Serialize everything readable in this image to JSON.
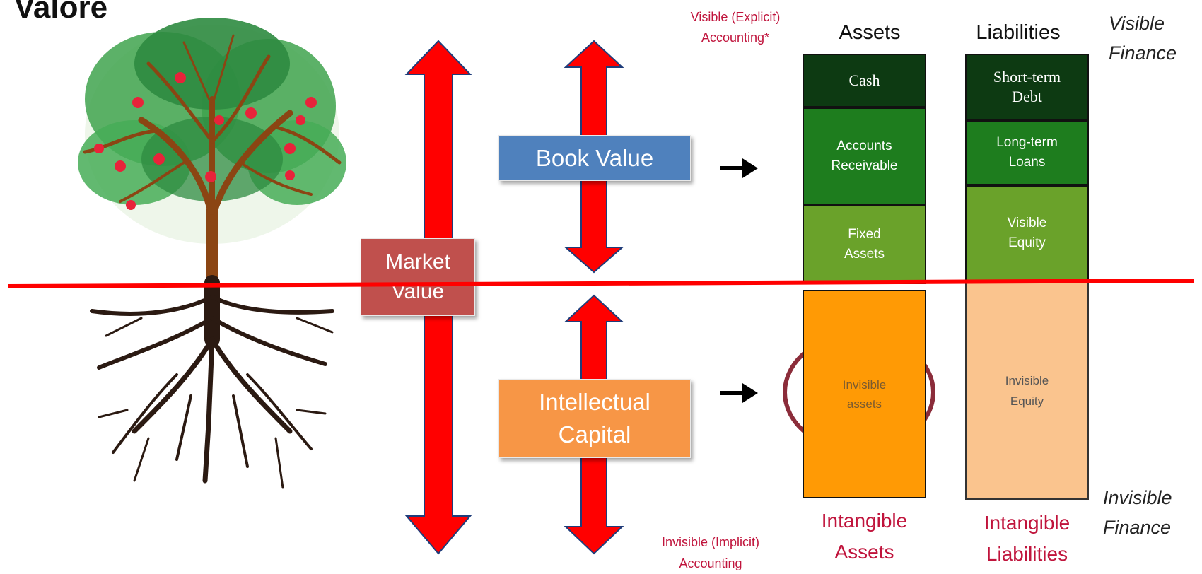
{
  "title": "Valore",
  "left_labels": {
    "market_value": [
      "Market",
      "Value"
    ],
    "book_value": "Book Value",
    "intellectual_capital": [
      "Intellectual",
      "Capital"
    ]
  },
  "accounting": {
    "visible": [
      "Visible (Explicit)",
      "Accounting*"
    ],
    "invisible": [
      "Invisible (Implicit)",
      "Accounting"
    ]
  },
  "columns": {
    "assets": "Assets",
    "liabilities": "Liabilities"
  },
  "finance": {
    "visible": [
      "Visible",
      "Finance"
    ],
    "invisible": [
      "Invisible",
      "Finance"
    ]
  },
  "assets_cells": {
    "cash": "Cash",
    "accounts_receivable": [
      "Accounts",
      "Receivable"
    ],
    "fixed_assets": [
      "Fixed",
      "Assets"
    ],
    "invisible_assets": [
      "Invisible",
      "assets"
    ]
  },
  "liabilities_cells": {
    "short_term_debt": [
      "Short-term",
      "Debt"
    ],
    "long_term_loans": [
      "Long-term",
      "Loans"
    ],
    "visible_equity": [
      "Visible",
      "Equity"
    ],
    "invisible_equity": [
      "Invisible",
      "Equity"
    ]
  },
  "intangible": {
    "assets": [
      "Intangible",
      "Assets"
    ],
    "liabilities": [
      "Intangible",
      "Liabilities"
    ]
  },
  "colors": {
    "divider": "#ff0000",
    "arrow": "#ff0000",
    "market_value": "#c0504d",
    "book_value": "#4f81bd",
    "intellectual_capital": "#f79646",
    "dark_green": "#0d3a12",
    "mid_green": "#1e7d1e",
    "light_green": "#6aa22a",
    "orange": "#ff9a05",
    "peach": "#fac48e",
    "highlight_circle": "#8b2c3a",
    "red_text": "#c0143c"
  }
}
